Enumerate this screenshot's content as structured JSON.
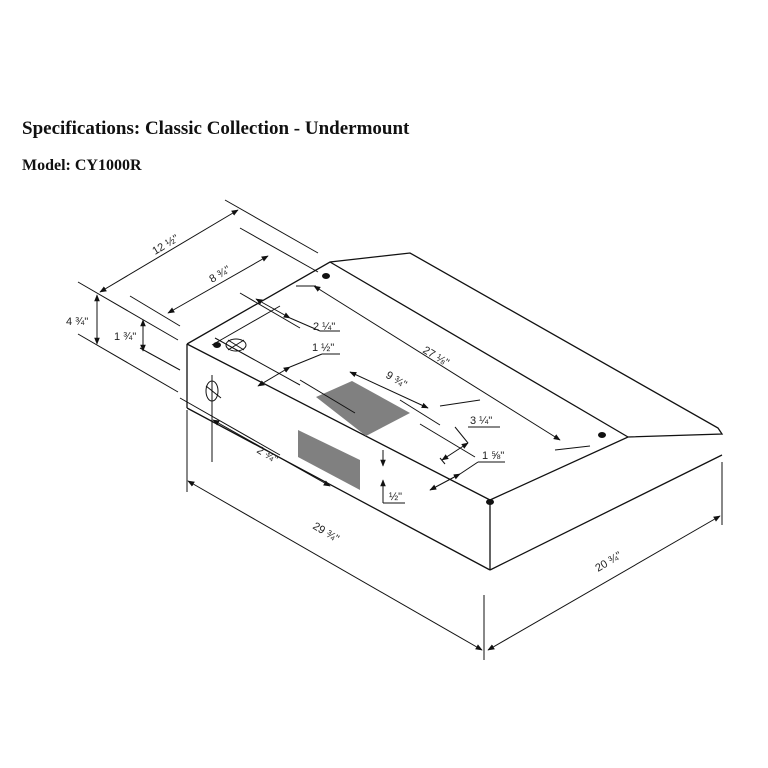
{
  "header": {
    "title": "Specifications: Classic Collection - Undermount",
    "model": "Model: CY1000R"
  },
  "diagram": {
    "fill_color": "#808080",
    "dimensions": {
      "depth_total": "12 ½\"",
      "depth_inner": "8 ¾\"",
      "height_total": "4 ¾\"",
      "height_front": "1 ¾\"",
      "offset_a": "2 ¼\"",
      "offset_b": "1 ½\"",
      "hole_spacing": "27 ⅛\"",
      "vent_length": "9 ¾\"",
      "vent_offset": "3 ¼\"",
      "edge_offset": "1 ⅝\"",
      "front_vent_gap": "½\"",
      "side_offset": "2 ¾\"",
      "width": "29 ¾\"",
      "depth_bottom": "20 ¾\""
    }
  }
}
